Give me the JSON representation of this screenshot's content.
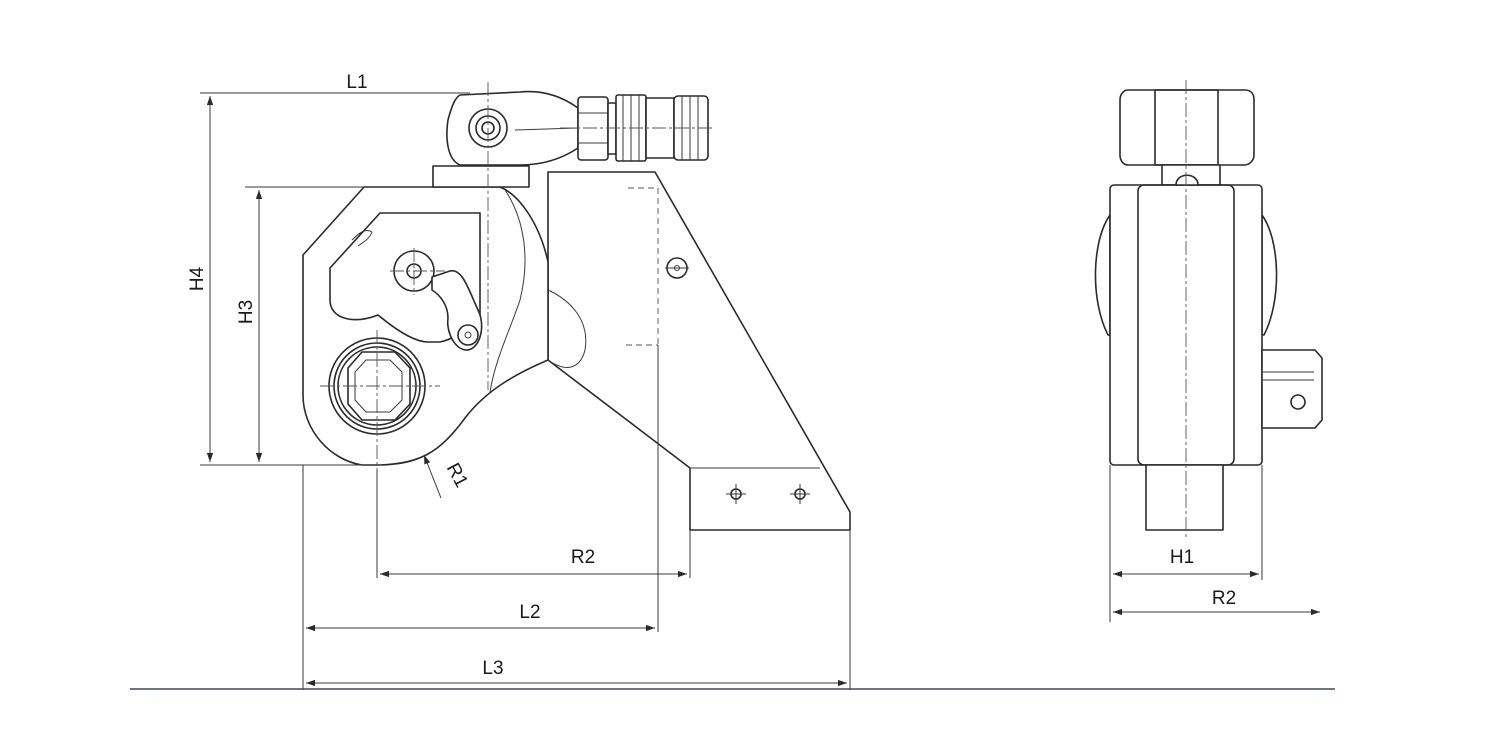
{
  "labels": {
    "L1": "L1",
    "H4": "H4",
    "H3": "H3",
    "R1": "R1",
    "R2_front": "R2",
    "L2": "L2",
    "L3": "L3",
    "H1": "H1",
    "R2_side": "R2"
  },
  "colors": {
    "line": "#2a2a2a",
    "baseline": "#3c4a66",
    "background": "#ffffff"
  }
}
